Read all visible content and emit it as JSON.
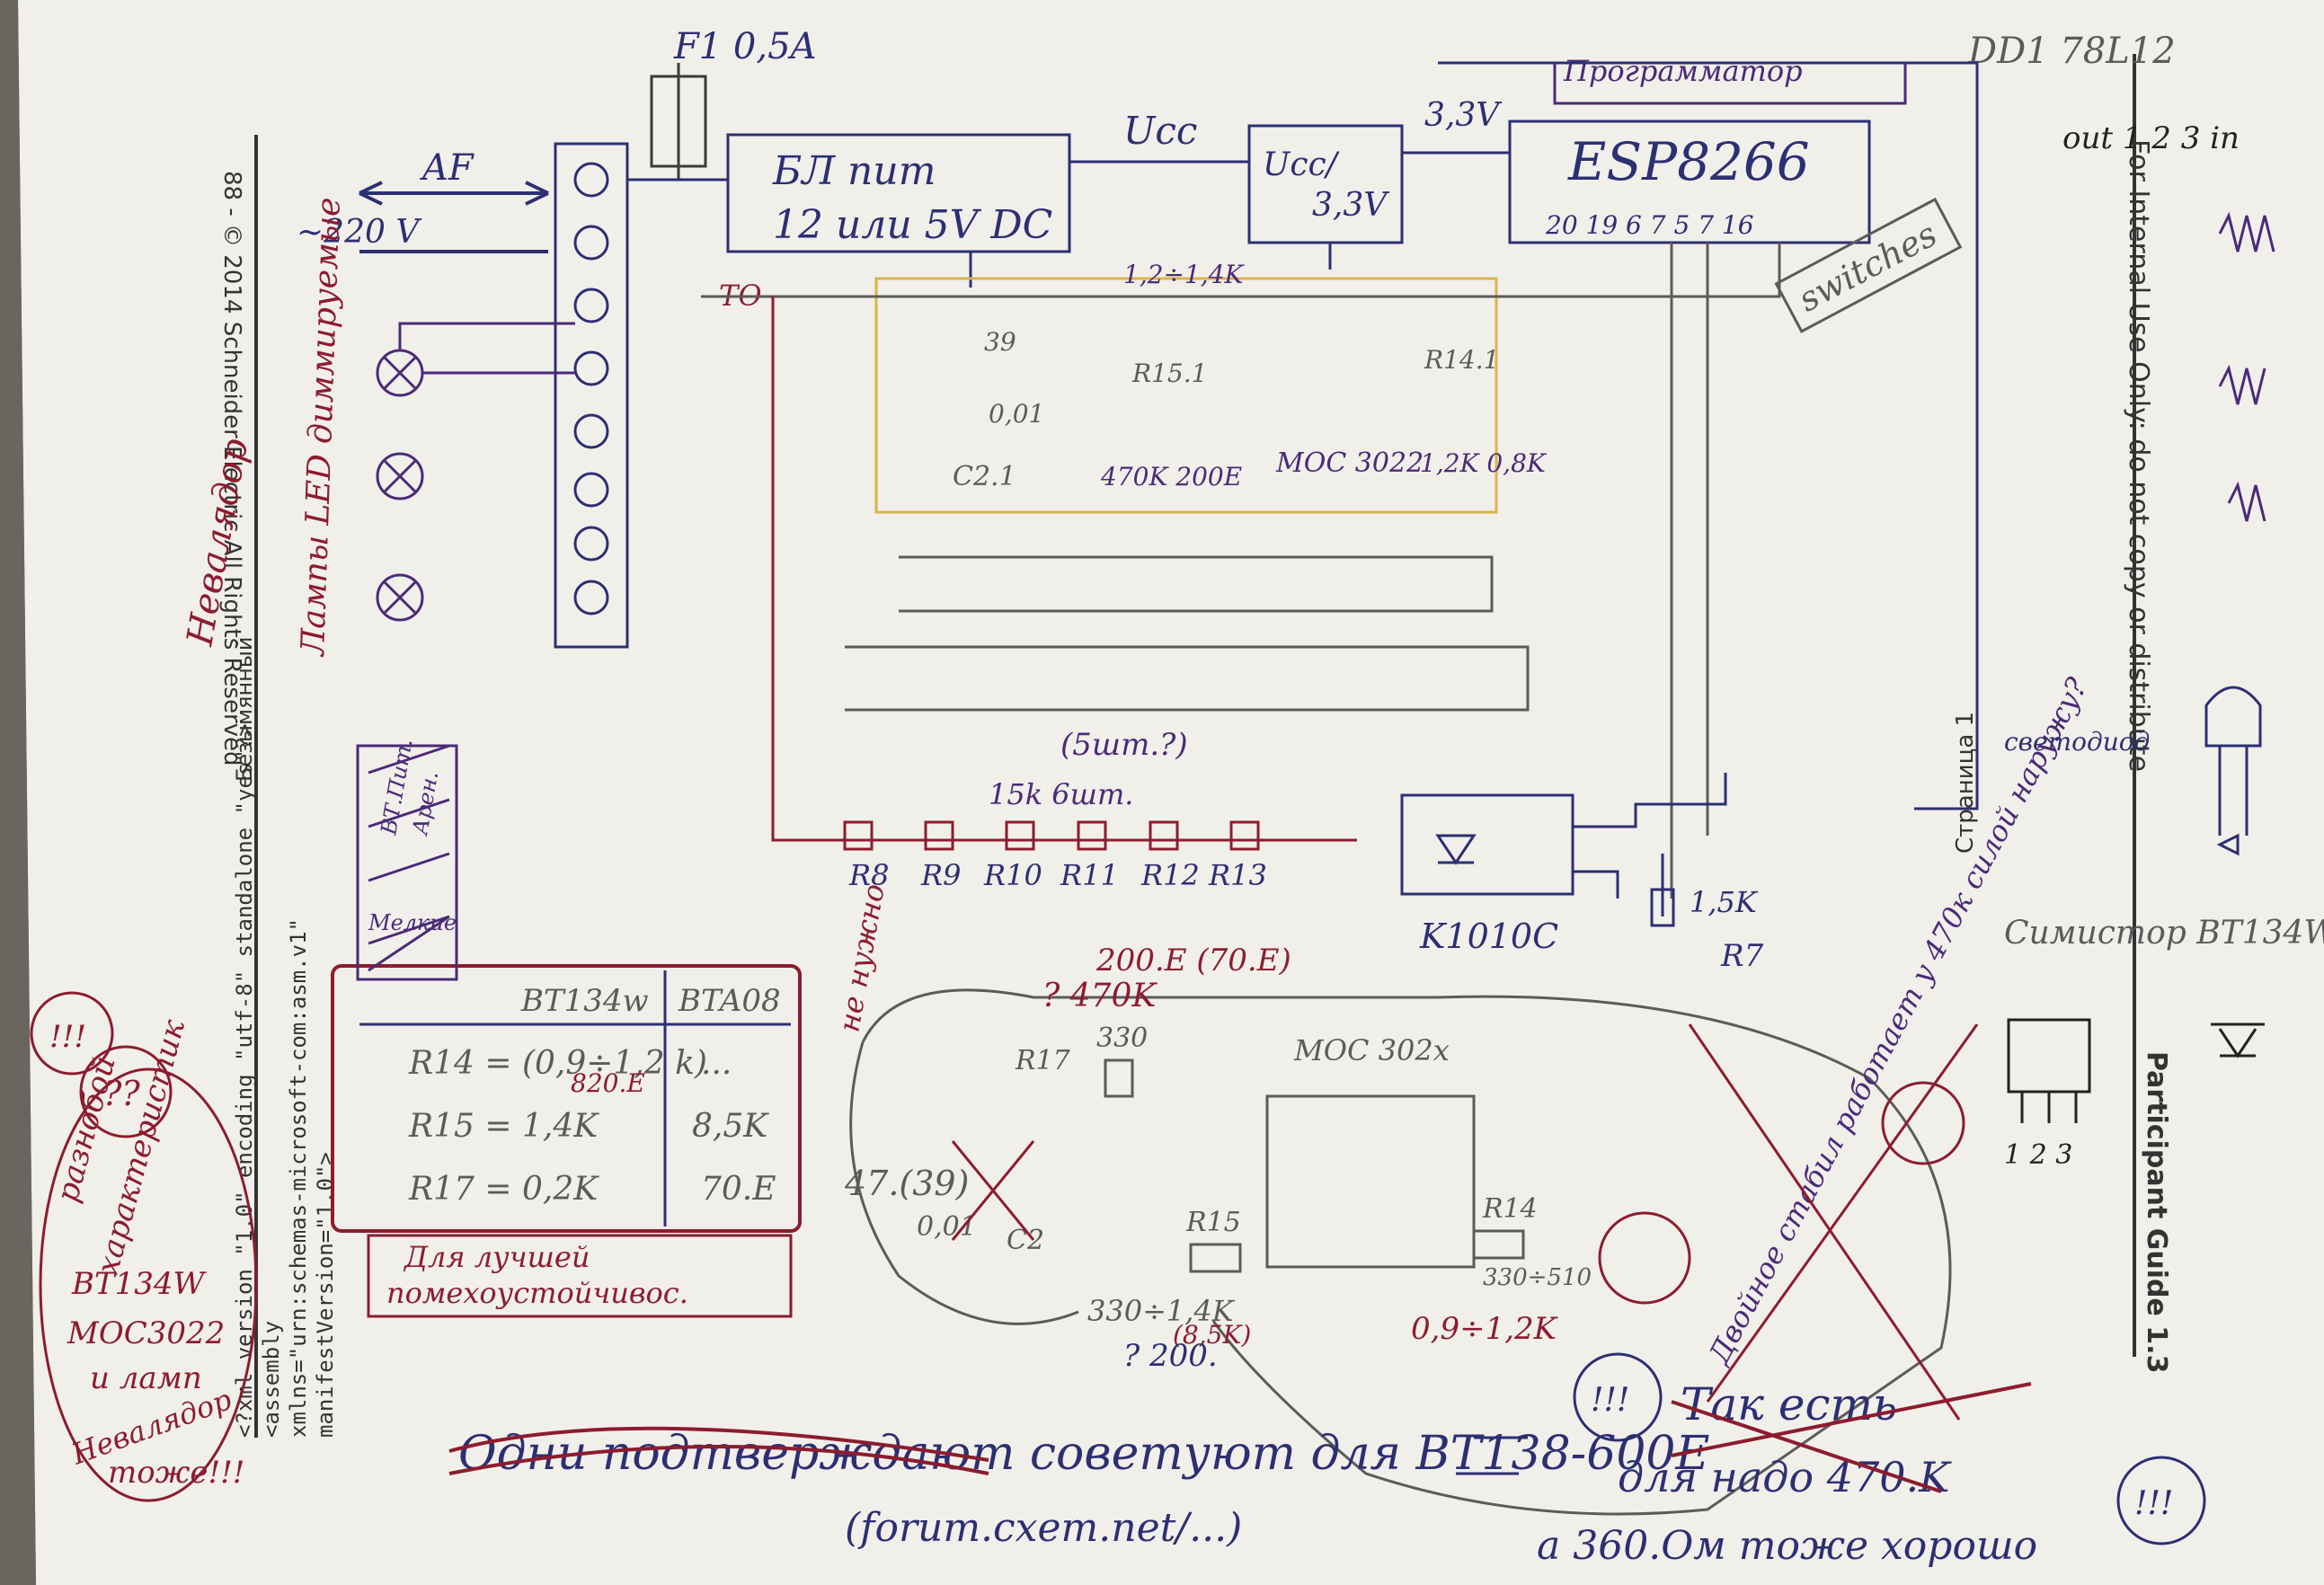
{
  "colors": {
    "paper": "#f1efea",
    "ink_blue": "#2d2f73",
    "ink_purple": "#4b2a78",
    "ink_red": "#8c1c2e",
    "ink_gray": "#5b5b5b",
    "ink_yellow": "#d9b44a",
    "ink_black": "#222222"
  },
  "printed": {
    "footer_vertical": "88 - © 2014 Schneider Electric All Rights Reserved",
    "right_vertical": "For Internal Use Only: do not copy or distribute",
    "guide_vertical": "Participant Guide 1.3",
    "page_vertical": "Страница 1",
    "xml_lines": [
      "<?xml version \"1.0\" encoding \"utf-8\" standalone \"yes\"?>",
      "<assembly",
      "xmlns=\"urn:schemas-microsoft-com:asm.v1\"",
      "manifestVersion=\"1.0\">"
    ],
    "untitled": "Безымянный"
  },
  "labels": {
    "fuse": "F1 0,5A",
    "psu_line1": "БЛ пит",
    "psu_line2": "12 или 5V DC",
    "ucc": "Ucc",
    "reg_top": "Ucc/",
    "reg_bottom": "3,3V",
    "v33": "3,3V",
    "programmer": "Программатор",
    "esp": "ESP8266",
    "esp_pins": "20 19 6 7 5 7 16",
    "switches": "switches",
    "dd1": "DD1 78L12",
    "out_in": "out 1 2 3 in",
    "mains": "~220 V",
    "af": "AF",
    "to": "TO",
    "nevaladuar": "Невалядор",
    "lamps": "Лампы LED диммируемые",
    "c21": "C2.1",
    "r151": "R15.1",
    "r141": "R14.1",
    "moc3022": "MOC 3022",
    "val_12_14k": "1,2÷1,4K",
    "val_470k_200e": "470K 200E",
    "val_12k_08k": "1,2K 0,8K",
    "val_001": "0,01",
    "val_39": "39",
    "count_note": "(5шт.?)",
    "r_string": "15k 6шт.",
    "resistor_names": [
      "R8",
      "R9",
      "R10",
      "R11",
      "R12",
      "R13"
    ],
    "k1010c": "K1010C",
    "r7_val": "1,5K",
    "r7": "R7",
    "svetodiod": "светодиод",
    "symistor": "Симистор BT134W",
    "pin123": "1 2 3",
    "table_headers": [
      "BT134w",
      "BTA08"
    ],
    "table_rows": [
      [
        "R14 = (0,9÷1,2 k)",
        "..."
      ],
      [
        "R15 = 1,4K",
        "8,5K"
      ],
      [
        "R17 = 0,2K",
        "70.E"
      ]
    ],
    "note_820": "820.E",
    "table_caption1": "Для лучшей",
    "table_caption2": "помехоустойчивос.",
    "val_200e_70e": "200.E (70.E)",
    "val_470k": "? 470K",
    "val_330": "330",
    "r17": "R17",
    "moc302x": "MOC 302x",
    "r15": "R15",
    "r14": "R14",
    "val_47_39": "47.(39)",
    "val_001b": "0,01",
    "val_c2": "C2",
    "val_330_14k": "330÷1,4K",
    "val_85k": "(8,5K)",
    "val_200": "? 200.",
    "val_09_12k": "0,9÷1,2K",
    "val_330_510": "330÷510",
    "not_needed": "не нужно",
    "left_note": [
      "!!!",
      "??",
      "разнобой",
      "характеристик",
      "BT134W",
      "MOC3022",
      "и ламп",
      "Невалядор",
      "тоже!!!"
    ],
    "bottom_line1": "Одни подтверждают советуют для BT138-600E",
    "bottom_line2": "(forum.cxem.net/...)",
    "tak_line1": "Так есть",
    "tak_line2": "для надо 470.K",
    "tak_line3": "а 360.Ом тоже хорошо",
    "ex": "!!!",
    "crossed_note": "Двойное стабил работает у 470к силой наружу?",
    "crossed_labels": [
      "ВТ.Пит.",
      "Арен.",
      "Мелкие"
    ]
  }
}
